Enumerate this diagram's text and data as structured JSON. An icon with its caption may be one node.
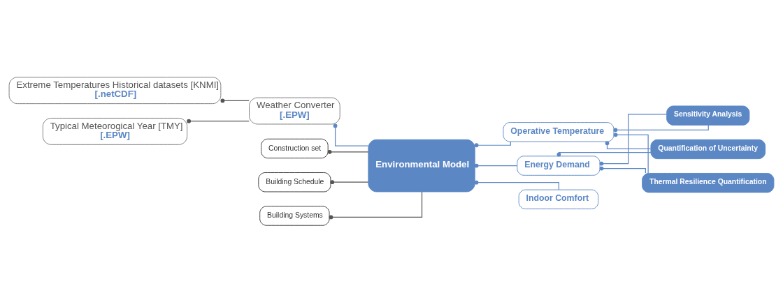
{
  "diagram": {
    "nodes": [
      {
        "text": [
          "Extreme Temperatures Historical datasets [KNMI]",
          "[.netCDF]"
        ]
      },
      {
        "text": [
          "Typical Meteorogical Year [TMY]",
          "[.EPW]"
        ]
      },
      {
        "text": [
          "Weather Converter",
          "[.EPW]"
        ]
      },
      {
        "text": [
          "Construction set"
        ]
      },
      {
        "text": [
          "Building Schedule"
        ]
      },
      {
        "text": [
          "Building Systems"
        ]
      },
      {
        "text": [
          "Environmental Model"
        ]
      },
      {
        "text": [
          "Energy Demand"
        ]
      },
      {
        "text": [
          "Indoor Comfort"
        ]
      },
      {
        "text": [
          "Operative Temperature"
        ]
      },
      {
        "text": [
          "Sensitivity Analysis"
        ]
      },
      {
        "text": [
          "Quantification of Uncertainty"
        ]
      },
      {
        "text": [
          "Thermal Resilience Quantification"
        ]
      }
    ],
    "edges": [
      {
        "from": 0,
        "to": 2,
        "arrow": "other",
        "color": "#555555"
      },
      {
        "from": 1,
        "to": 2,
        "arrow": "other",
        "color": "#555555"
      },
      {
        "from": 2,
        "to": 6,
        "arrow": "other"
      },
      {
        "from": 3,
        "to": 6,
        "arrow": "other",
        "color": "#555555"
      },
      {
        "from": 4,
        "to": 6,
        "arrow": "other",
        "color": "#555555"
      },
      {
        "from": 5,
        "to": 6,
        "arrow": "other",
        "color": "#555555"
      },
      {
        "from": 6,
        "to": 7,
        "arrow": "other"
      },
      {
        "from": 6,
        "to": 8,
        "arrow": "other"
      },
      {
        "from": 6,
        "to": 9,
        "arrow": "other"
      },
      {
        "from": 7,
        "to": 10,
        "arrow": "other"
      },
      {
        "from": 7,
        "to": 11,
        "arrow": "other"
      },
      {
        "from": 7,
        "to": 12,
        "arrow": "other"
      },
      {
        "from": 9,
        "to": 10,
        "arrow": "other"
      },
      {
        "from": 9,
        "to": 11,
        "arrow": "other"
      },
      {
        "from": 9,
        "to": 12,
        "arrow": "other"
      }
    ]
  }
}
